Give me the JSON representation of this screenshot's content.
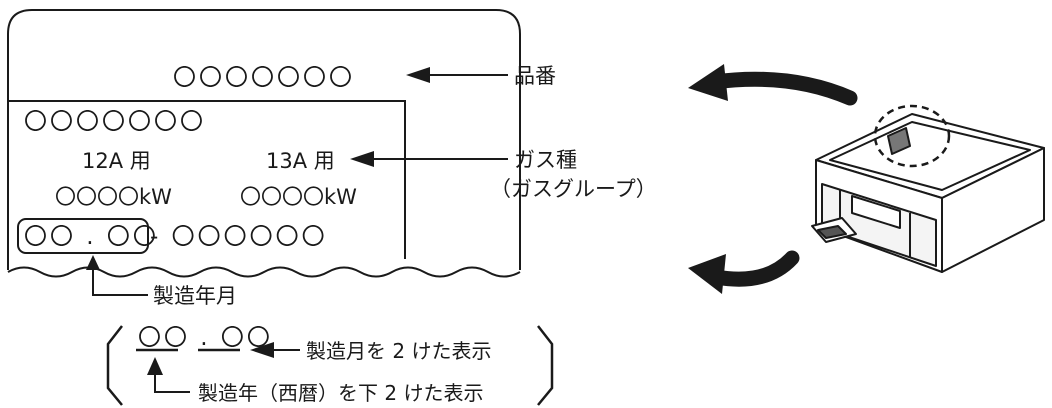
{
  "plate": {
    "product_code": "〇〇〇〇〇〇〇",
    "model_code": "〇〇〇〇〇〇〇",
    "gas_12a": "12A 用",
    "gas_13a": "13A 用",
    "power_12a": "〇〇〇〇kW",
    "power_13a": "〇〇〇〇kW",
    "date_code": "〇〇 . 〇〇",
    "serial": "- 〇〇〇〇〇〇"
  },
  "labels": {
    "product_number": "品番",
    "gas_type_line1": "ガス種",
    "gas_type_line2": "（ガスグループ）",
    "manufacture_date": "製造年月"
  },
  "explanation": {
    "sample": "〇〇 . 〇〇",
    "month_note": "製造月を 2 けた表示",
    "year_note": "製造年（西暦）を下 2 けた表示"
  }
}
